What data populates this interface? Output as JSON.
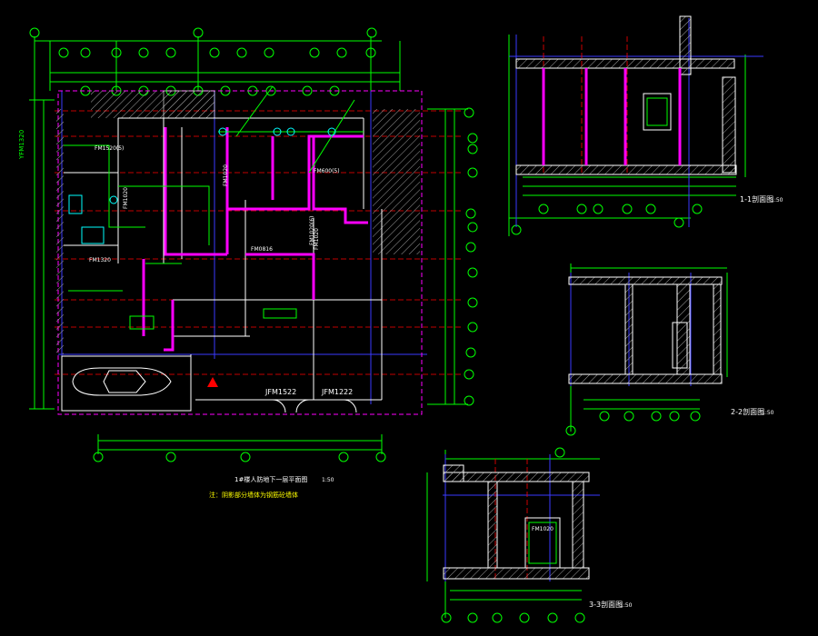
{
  "colors": {
    "background": "#000000",
    "wall": "#ff00ff",
    "dimension": "#00ff00",
    "grid_line": "#ff0000",
    "axis_bubble": "#00ff00",
    "text_white": "#ffffff",
    "text_yellow": "#ffff00",
    "blue_line": "#4040ff",
    "cyan": "#00ffff",
    "hatch": "#b0b0b0"
  },
  "plan": {
    "door_tags": [
      "JFM1522",
      "JFM1222",
      "FM0816",
      "FM1020",
      "FM1020",
      "FM1020",
      "FM1320",
      "FM600(5)",
      "FM1520(5)",
      "FM1020(6)"
    ],
    "side_tag": "YFM1320",
    "title": "1#楼人防地下一层平面图",
    "scale": "1:50",
    "note": "注：阴影部分墙体为钢筋砼墙体"
  },
  "sections": [
    {
      "title": "1-1剖面图",
      "scale": "1:50"
    },
    {
      "title": "2-2剖面图",
      "scale": "1:50"
    },
    {
      "title": "3-3剖面图",
      "scale": "1:50"
    }
  ],
  "section3": {
    "door_tag": "FM1020"
  }
}
